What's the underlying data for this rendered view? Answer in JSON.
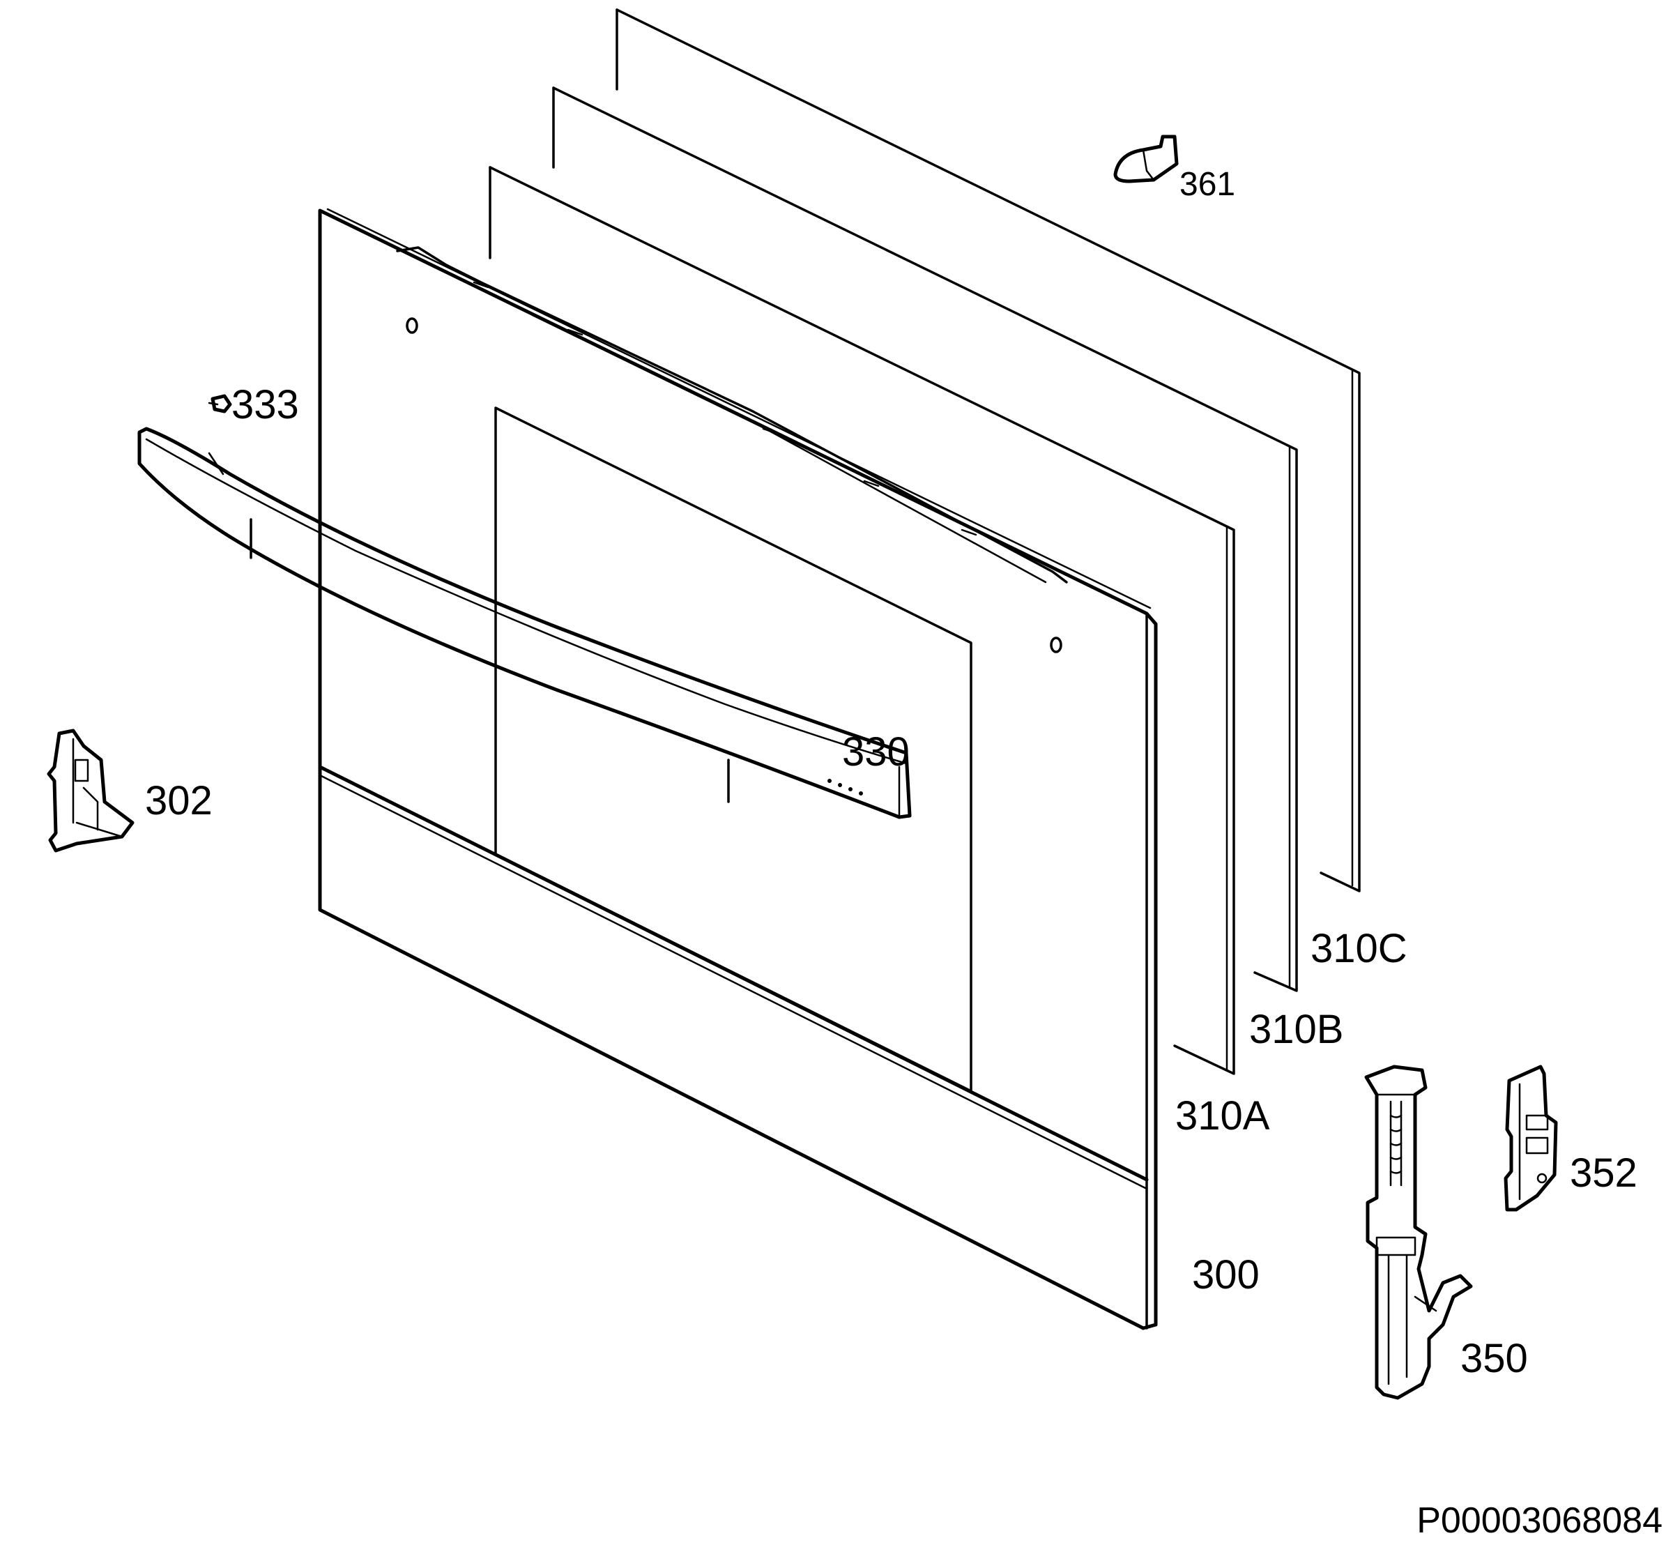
{
  "diagram": {
    "labels": {
      "p361": "361",
      "p333": "333",
      "p330": "330",
      "p302": "302",
      "p310c": "310C",
      "p310b": "310B",
      "p310a": "310A",
      "p352": "352",
      "p300": "300",
      "p350": "350"
    },
    "document_code": "P00003068084"
  },
  "colors": {
    "line": "#000000",
    "background": "#ffffff",
    "fill_light": "#f2f2f2"
  }
}
